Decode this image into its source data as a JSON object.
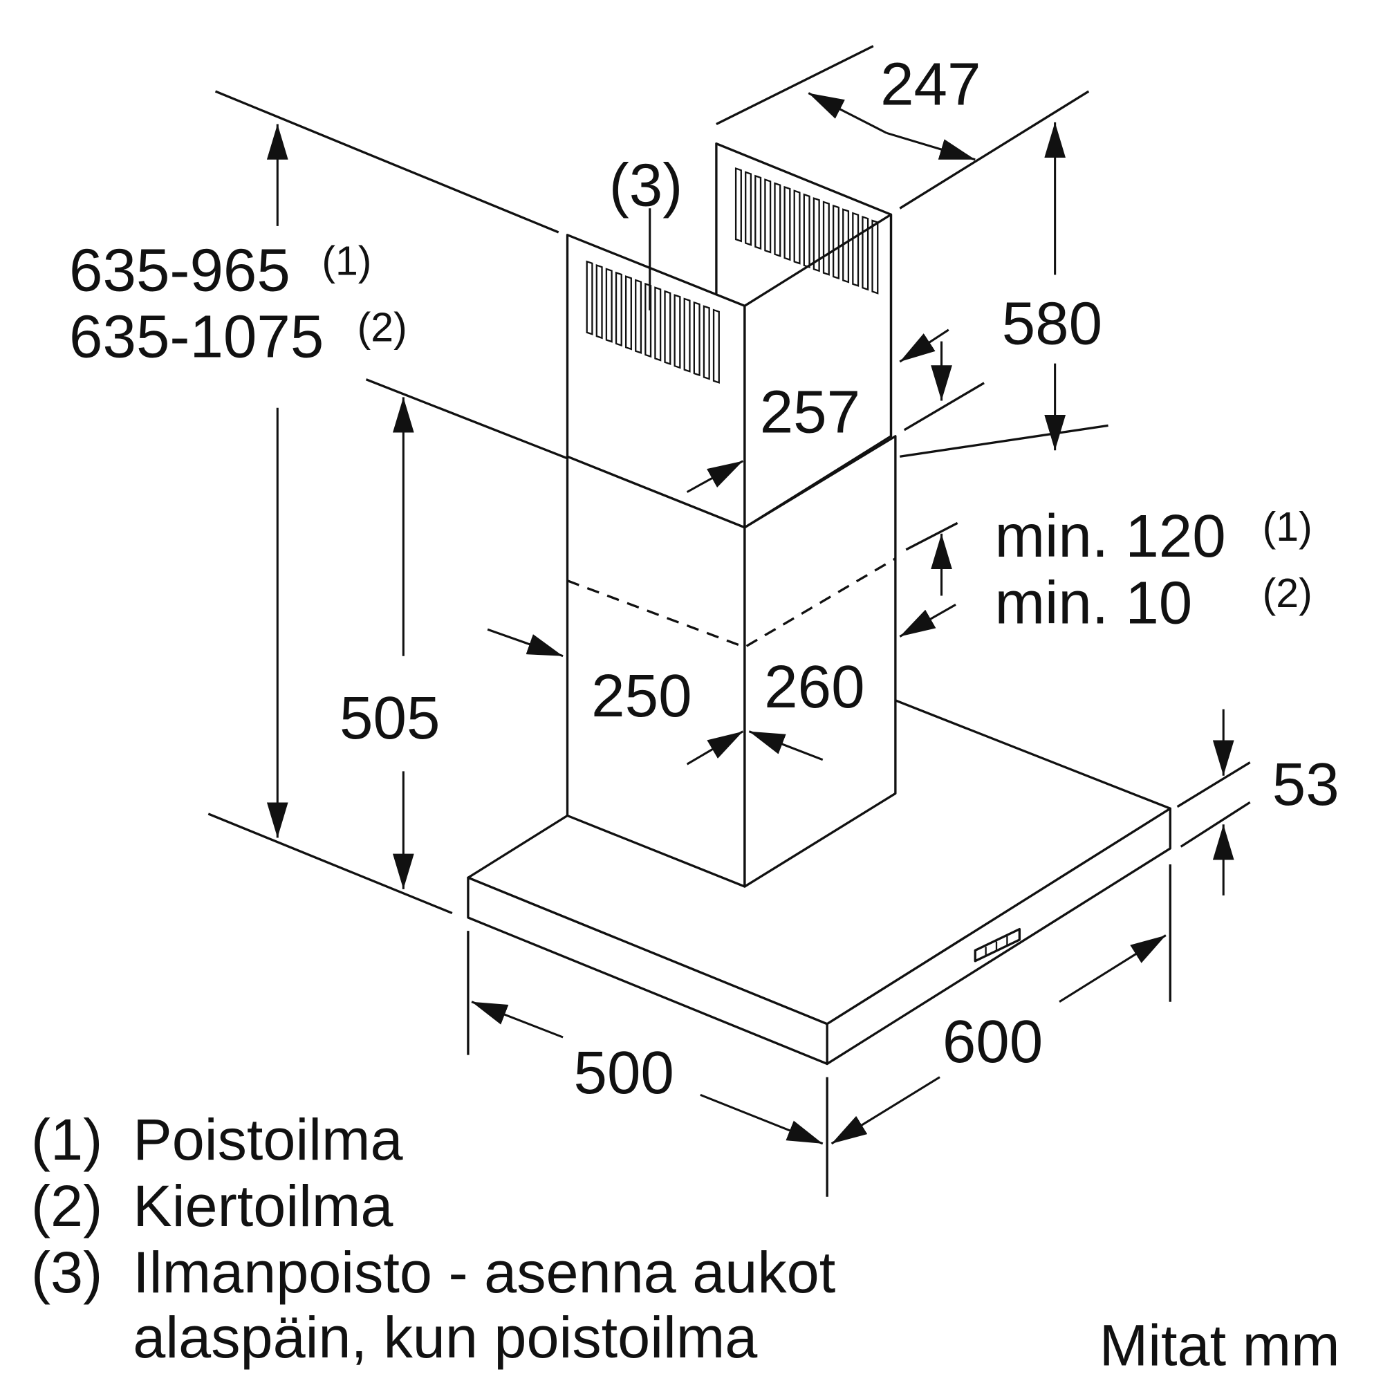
{
  "dimensions": {
    "duct_depth": "247",
    "vent_note": "(3)",
    "total_height_1": "635-965",
    "total_height_1_ref": "(1)",
    "total_height_2": "635-1075",
    "total_height_2_ref": "(2)",
    "upper_chimney_height": "580",
    "upper_chimney_width": "257",
    "min_gap_1": "min. 120",
    "min_gap_1_ref": "(1)",
    "min_gap_2": "min. 10",
    "min_gap_2_ref": "(2)",
    "lower_height": "505",
    "chimney_depth": "250",
    "chimney_width": "260",
    "canopy_thickness": "53",
    "canopy_width": "600",
    "canopy_depth": "500"
  },
  "legend": [
    {
      "ref": "(1)",
      "text": "Poistoilma"
    },
    {
      "ref": "(2)",
      "text": "Kiertoilma"
    },
    {
      "ref": "(3)",
      "text": "Ilmanpoisto - asenna aukot"
    },
    {
      "ref": "",
      "text": "alaspäin, kun poistoilma"
    }
  ],
  "units_note": "Mitat mm"
}
